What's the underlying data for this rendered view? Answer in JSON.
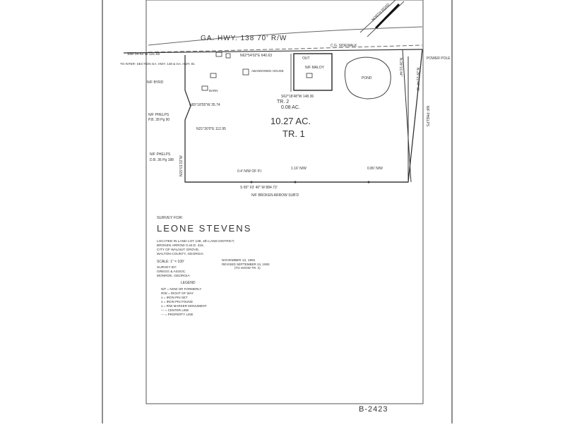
{
  "highway": {
    "label": "GA. HWY. 138  70' R/W"
  },
  "sidewalk": {
    "label": "C.G. SIDEWALK"
  },
  "road_label": {
    "label": "NORTH ROAD"
  },
  "tracts": {
    "tract1_area": "10.27 AC.",
    "tract1_label": "TR. 1",
    "tract2_label": "TR. 2",
    "tract2_area": "0.08 AC."
  },
  "features": {
    "pond": "POND",
    "abandoned_house": "ABANDONED HOUSE",
    "barn": "BARN",
    "out": "OUT",
    "nf_maloy": "N/F MALOY",
    "power_pole": "POWER POLE",
    "nf_byrd": "N/F BYRD",
    "nf_phelps_1": "N/F PHELPS",
    "nf_phelps_1_ref": "P.B. 28 Pg 90",
    "nf_phelps_2": "N/F PHELPS",
    "nf_phelps_2_ref": "D.B. 36 Pg 188",
    "nf_phelps_3": "N/F PHELPS",
    "to_intersection": "TO INTER- SECTION GA. HWY. 138 & GA. HWY. 81",
    "broken_arrow": "N/F BROKEN ARROW SUB'D"
  },
  "bearings": {
    "top_distance": "N62°54'02\"E  640.63",
    "west_start": "S58°54'49\"W  131.68",
    "south_line": "S 65° 03' 40\" W     884.73'",
    "south_pins": "0.4' N/W OF P.I",
    "south_pin_2": "1.16' N/W",
    "south_pin_3": "0.86' N/W",
    "west_a": "N65°18'55\"W  35.74",
    "west_b": "N21°30'0\"E  112.95",
    "west_c": "N15°01'22\"W",
    "east_line": "N 26°21'44\" W",
    "east_side": "N 26°21'44\"",
    "tract2_south": "S62°18'48\"W  148.36"
  },
  "survey": {
    "heading": "SURVEY FOR:",
    "owner": "LEONE   STEVENS",
    "location_lines": [
      "LOCATED IN LAND LOT 139, 4th LAND DISTRICT,",
      "BROKEN ARROW G.M.D. 416,",
      "CITY OF WALNUT GROVE,",
      "WALTON COUNTY, GEORGIA"
    ],
    "scale": "SCALE: 1\" = 100'",
    "date": "NOVEMBER 12, 1991",
    "revised": "REVISED SEPTEMBER 24, 1993",
    "revised_note": "(TO SHOW TR. 2)",
    "surveyor_label": "SURVEY BY:",
    "surveyor_name": "GREGG & ASSOC.",
    "surveyor_city": "MONROE, GEORGIA"
  },
  "legend": {
    "title": "LEGEND",
    "items": [
      "N/F  = NOW OR FORMERLY",
      "R/W  = RIGHT OF WAY",
      "o  = IRON PIN SET",
      "o  = IRON PIN FOUND",
      "o  = R/W MARKER MONUMENT",
      "—  = CENTER LINE",
      "---  = PROPERTY LINE"
    ]
  },
  "drawing_number": "B-2423"
}
